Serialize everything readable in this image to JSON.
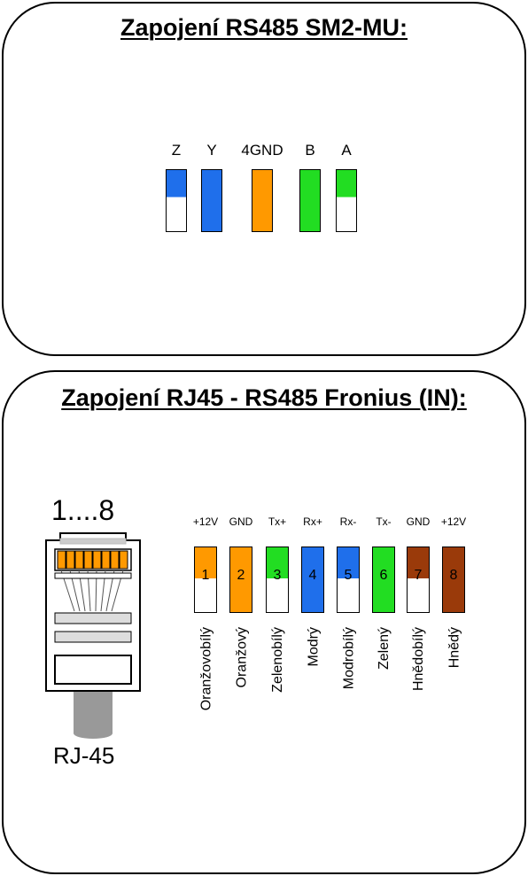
{
  "top": {
    "title": "Zapojení RS485 SM2-MU:",
    "terminals": [
      {
        "label": "Z",
        "color": "#1f6feb",
        "split": true
      },
      {
        "label": "Y",
        "color": "#1f6feb",
        "split": false
      },
      {
        "label": "4GND",
        "color": "#ff9900",
        "split": false
      },
      {
        "label": "B",
        "color": "#22dd22",
        "split": false
      },
      {
        "label": "A",
        "color": "#22dd22",
        "split": true
      }
    ]
  },
  "bottom": {
    "title": "Zapojení RJ45 - RS485 Fronius (IN):",
    "connector": {
      "pins_label": "1....8",
      "name": "RJ-45"
    },
    "pins": [
      {
        "num": "1",
        "signal": "+12V",
        "name": "Oranžovobílý",
        "color": "#ff9900",
        "split": true
      },
      {
        "num": "2",
        "signal": "GND",
        "name": "Oranžový",
        "color": "#ff9900",
        "split": false
      },
      {
        "num": "3",
        "signal": "Tx+",
        "name": "Zelenobílý",
        "color": "#22dd22",
        "split": true
      },
      {
        "num": "4",
        "signal": "Rx+",
        "name": "Modrý",
        "color": "#1f6feb",
        "split": false
      },
      {
        "num": "5",
        "signal": "Rx-",
        "name": "Modrobílý",
        "color": "#1f6feb",
        "split": true
      },
      {
        "num": "6",
        "signal": "Tx-",
        "name": "Zelený",
        "color": "#22dd22",
        "split": false
      },
      {
        "num": "7",
        "signal": "GND",
        "name": "Hnědobílý",
        "color": "#9a3a0a",
        "split": true
      },
      {
        "num": "8",
        "signal": "+12V",
        "name": "Hnědý",
        "color": "#9a3a0a",
        "split": false
      }
    ]
  }
}
